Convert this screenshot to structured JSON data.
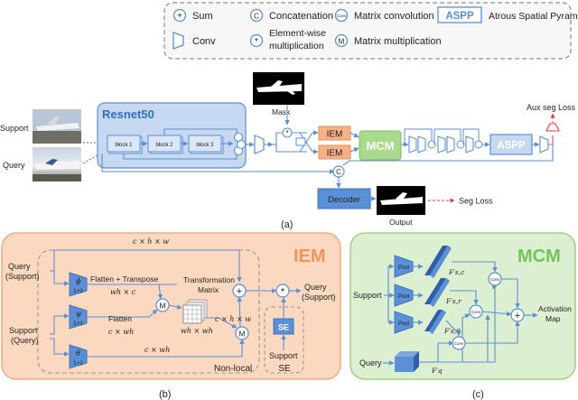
{
  "legend": {
    "sum": "Sum",
    "concat_symbol": "C",
    "concat": "Concatenation",
    "matconv_symbol": "Conv",
    "matconv": "Matrix convolution",
    "aspp_box": "ASPP",
    "aspp_desc": "Atrous Spatial Pyramid Pooling",
    "conv": "Conv",
    "elem_mult_1": "Element-wise",
    "elem_mult_2": "multiplication",
    "mat_mult_symbol": "M",
    "mat_mult": "Matrix multiplication"
  },
  "panel_a": {
    "resnet_title": "Resnet50",
    "support": "Support",
    "query": "Query",
    "block1": "block 1",
    "block2": "block 2",
    "block3": "block 3",
    "mask": "Mask",
    "iem1": "IEM",
    "iem2": "IEM",
    "mcm": "MCM",
    "aspp": "ASPP",
    "aux_loss": "Aux seg Loss",
    "decoder": "Decoder",
    "output": "Output",
    "seg_loss": "Seg Loss",
    "concat_symbol": "C",
    "caption": "(a)"
  },
  "panel_b": {
    "title": "IEM",
    "dim_top": "c × h × w",
    "query_support_1": "Query",
    "query_support_2": "(Support)",
    "phi": "ϕ",
    "conv_size_1": "1×1",
    "flatten_transpose": "Flatten + Transpose",
    "dim_whc": "wh × c",
    "transformation_1": "Transformation",
    "transformation_2": "Matrix",
    "dim_whwh": "wh × wh",
    "psi": "ψ",
    "conv_size_2": "1×1",
    "flatten": "Flatten",
    "dim_cwh": "c × wh",
    "support_query_1": "Support",
    "support_query_2": "(Query)",
    "theta": "θ",
    "conv_size_3": "1×1",
    "dim_cwh_2": "c × wh",
    "dim_chw_2": "c × h × w",
    "m_symbol": "M",
    "out_1": "Query",
    "out_2": "(Support)",
    "se_box": "SE",
    "se_support": "Support",
    "se_label": "SE",
    "nonlocal": "Non-local",
    "caption": "(b)"
  },
  "panel_c": {
    "title": "MCM",
    "support": "Support",
    "query": "Query",
    "pool": "Pool",
    "conv": "Conv",
    "f1": "F′s,c",
    "f2": "F′s,r",
    "f3": "F′s,θ",
    "fq": "F′q",
    "activation_1": "Activation",
    "activation_2": "Map",
    "caption": "(c)"
  },
  "colors": {
    "blue": "#5b8fd6",
    "blue_fill": "#c6d9f1",
    "blue_dark": "#2e5fa8",
    "orange_bg": "#fbd9c0",
    "orange_text": "#f0965a",
    "green_bg": "#dcefd0",
    "green_text": "#74c35a",
    "red": "#e83a3a"
  }
}
